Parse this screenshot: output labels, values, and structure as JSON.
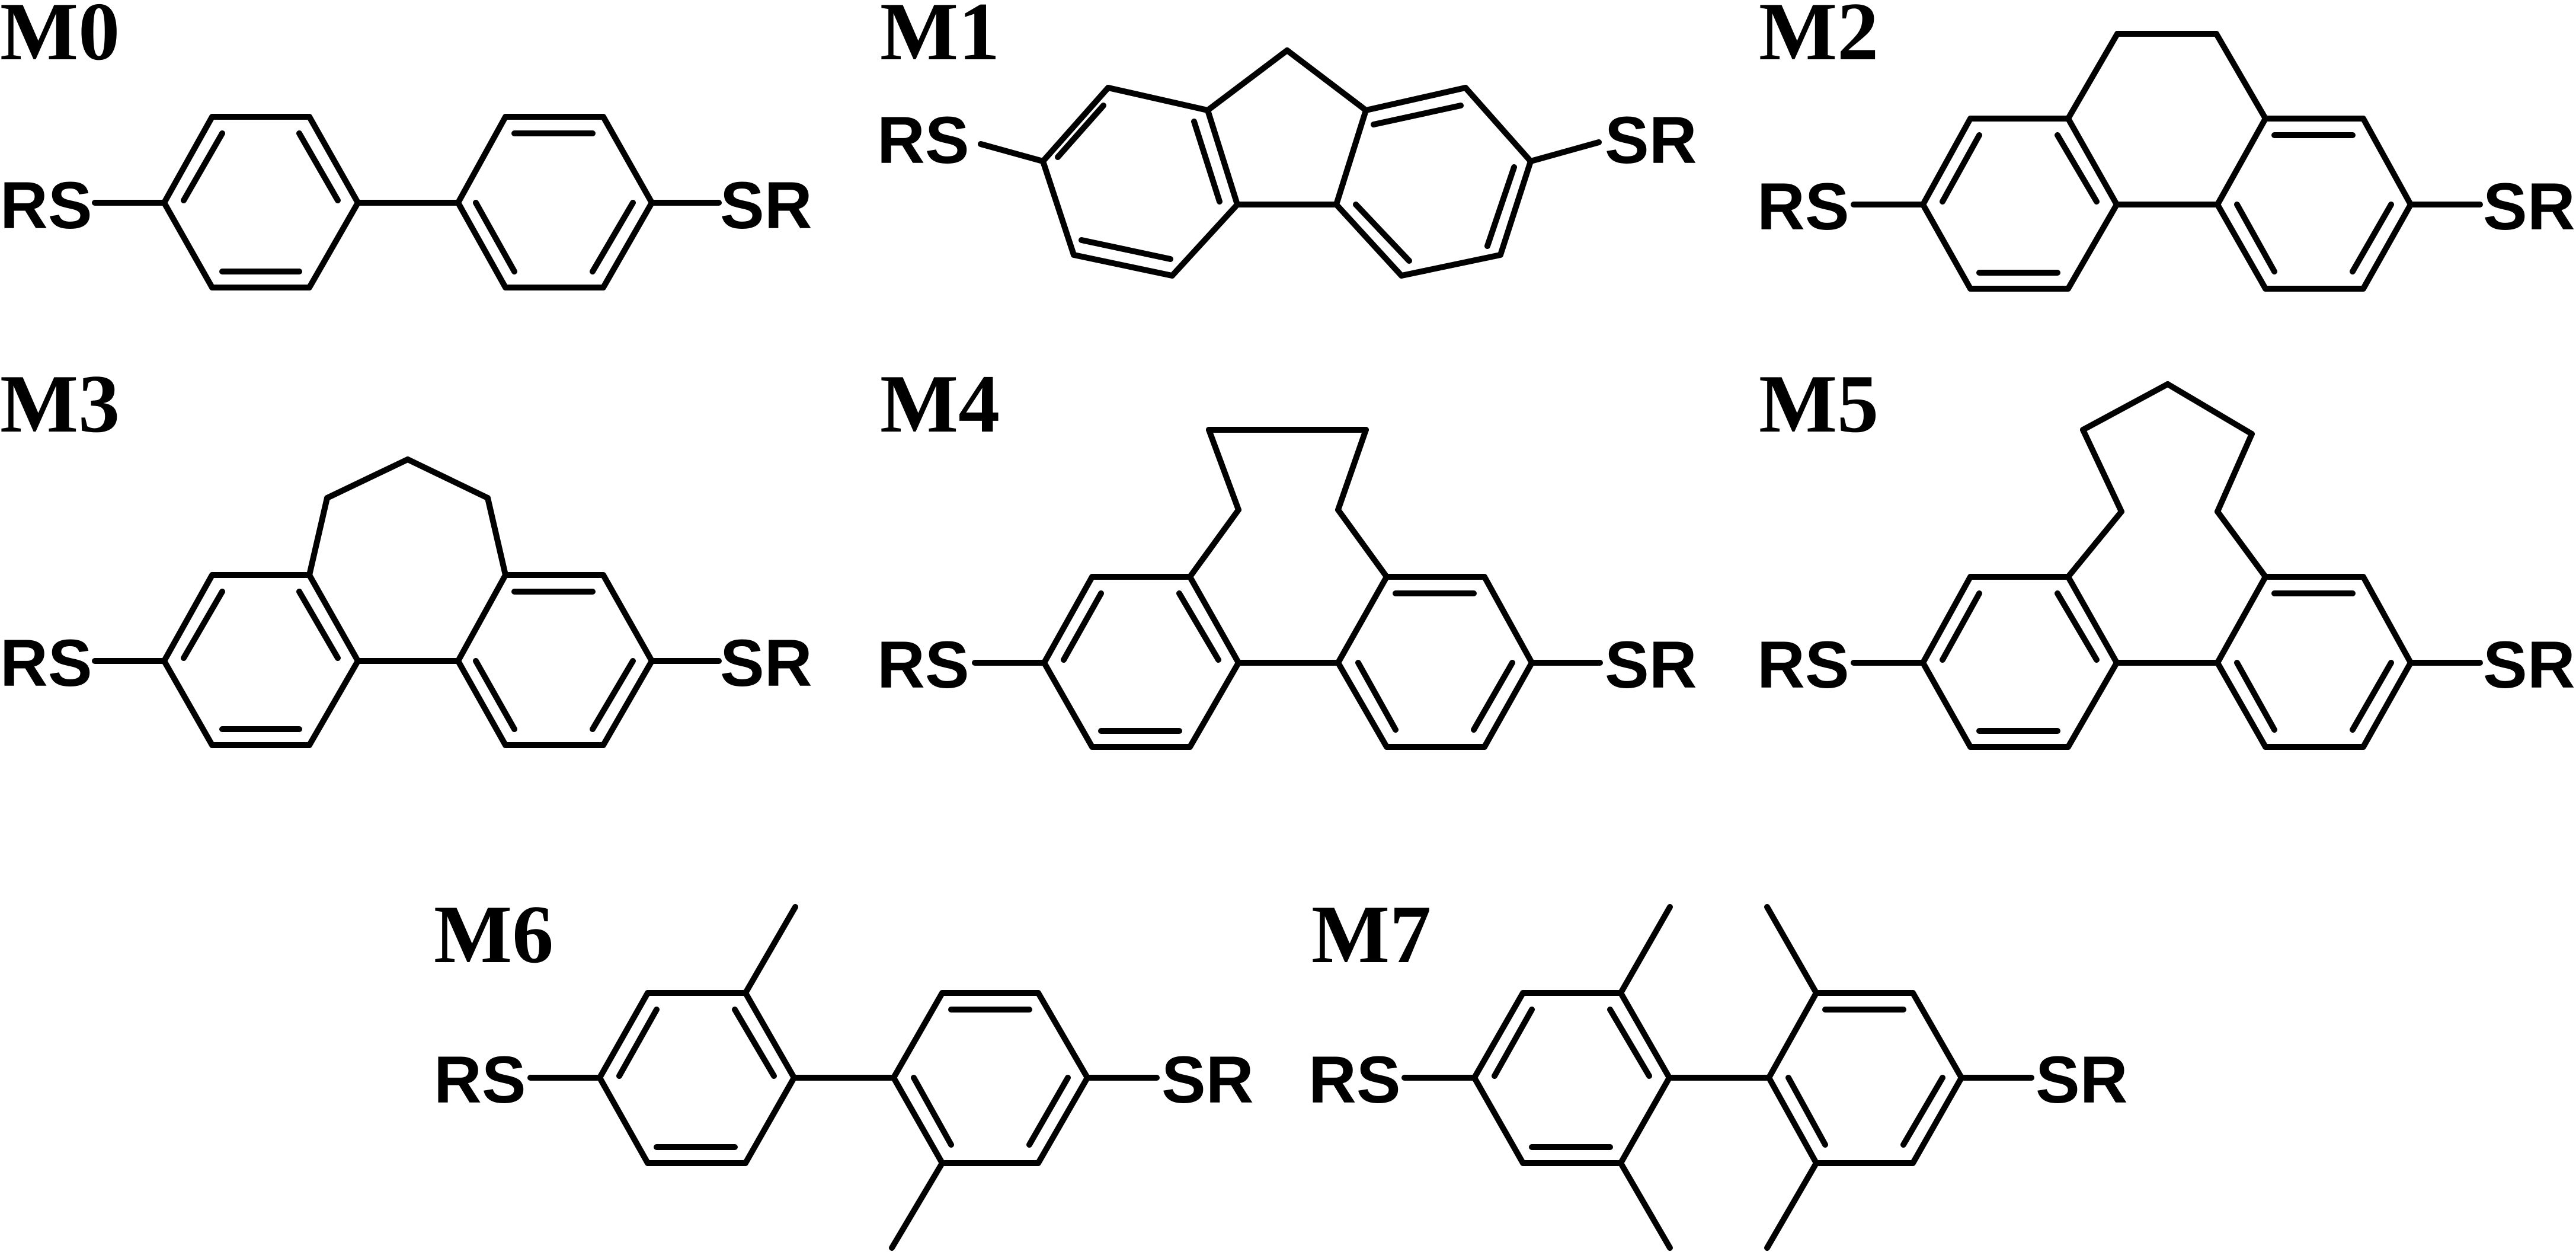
{
  "colors": {
    "ink": "#000000",
    "background": "#ffffff"
  },
  "molecules": [
    {
      "id": "m0",
      "label": "M0",
      "left_substituent": "RS",
      "right_substituent": "SR"
    },
    {
      "id": "m1",
      "label": "M1",
      "left_substituent": "RS",
      "right_substituent": "SR"
    },
    {
      "id": "m2",
      "label": "M2",
      "left_substituent": "RS",
      "right_substituent": "SR"
    },
    {
      "id": "m3",
      "label": "M3",
      "left_substituent": "RS",
      "right_substituent": "SR"
    },
    {
      "id": "m4",
      "label": "M4",
      "left_substituent": "RS",
      "right_substituent": "SR"
    },
    {
      "id": "m5",
      "label": "M5",
      "left_substituent": "RS",
      "right_substituent": "SR"
    },
    {
      "id": "m6",
      "label": "M6",
      "left_substituent": "RS",
      "right_substituent": "SR"
    },
    {
      "id": "m7",
      "label": "M7",
      "left_substituent": "RS",
      "right_substituent": "SR"
    }
  ]
}
